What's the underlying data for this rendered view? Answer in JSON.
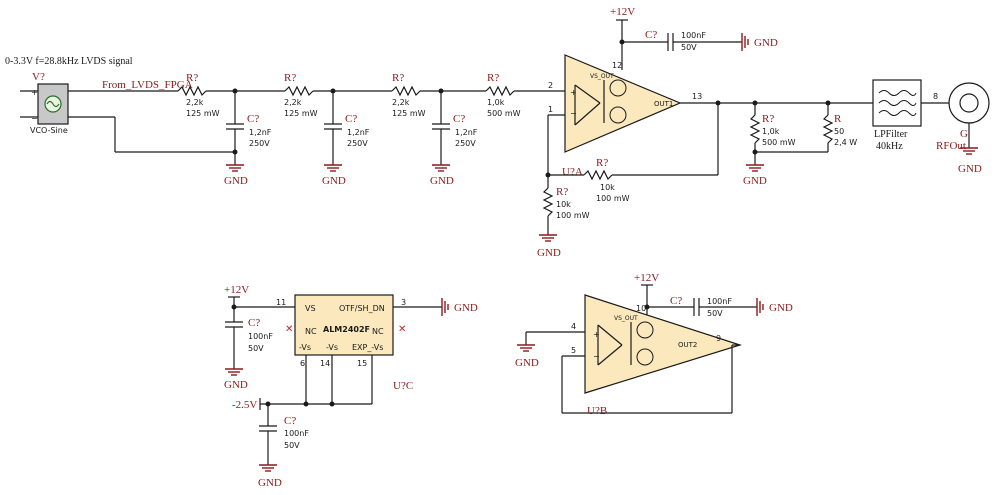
{
  "signal_note": "0-3.3V f=28.8kHz LVDS signal",
  "source": {
    "ref": "V?",
    "name": "VCO-Sine"
  },
  "net_label": "From_LVDS_FPGA",
  "resistors": [
    {
      "ref": "R?",
      "value": "2,2k",
      "power": "125 mW"
    },
    {
      "ref": "R?",
      "value": "2,2k",
      "power": "125 mW"
    },
    {
      "ref": "R?",
      "value": "2,2k",
      "power": "125 mW"
    },
    {
      "ref": "R?",
      "value": "1,0k",
      "power": "500 mW"
    },
    {
      "ref": "R?",
      "value": "10k",
      "power": "100 mW"
    },
    {
      "ref": "R?",
      "value": "10k",
      "power": "100 mW"
    },
    {
      "ref": "R?",
      "value": "1,0k",
      "power": "500 mW"
    },
    {
      "ref": "R",
      "value": "50",
      "power": "2,4 W"
    }
  ],
  "capacitors": [
    {
      "ref": "C?",
      "value": "1,2nF",
      "voltage": "250V"
    },
    {
      "ref": "C?",
      "value": "1,2nF",
      "voltage": "250V"
    },
    {
      "ref": "C?",
      "value": "1,2nF",
      "voltage": "250V"
    },
    {
      "ref": "C?",
      "value": "100nF",
      "voltage": "50V"
    },
    {
      "ref": "C?",
      "value": "100nF",
      "voltage": "50V"
    },
    {
      "ref": "C?",
      "value": "100nF",
      "voltage": "50V"
    },
    {
      "ref": "C?",
      "value": "100nF",
      "voltage": "50V"
    }
  ],
  "gnd": "GND",
  "rails": {
    "pos": "+12V",
    "neg": "-2.5V"
  },
  "opamp_a": {
    "ref": "U?A",
    "vs_label": "VS_OUT",
    "out_label": "OUT1",
    "pins": {
      "in_pos": "2",
      "in_neg": "1",
      "vs": "12",
      "out": "13"
    }
  },
  "opamp_b": {
    "ref": "U?B",
    "vs_label": "VS_OUT",
    "out_label": "OUT2",
    "pins": {
      "in_pos": "4",
      "in_neg": "5",
      "vs": "10",
      "out": "9"
    }
  },
  "ic": {
    "ref": "U?C",
    "name": "ALM2402F",
    "pins_left": [
      "VS",
      "NC",
      "-Vs"
    ],
    "pins_right": [
      "OTF/SH_DN",
      "NC",
      "EXP_-Vs"
    ],
    "pin_mid": "-Vs",
    "pin_nums": {
      "vs": "11",
      "otf": "3",
      "p6": "6",
      "p14": "14",
      "p15": "15"
    }
  },
  "filter": {
    "name": "LPFilter",
    "cutoff": "40kHz",
    "pin": "8"
  },
  "output": {
    "ref": "G",
    "name": "RFOut"
  }
}
